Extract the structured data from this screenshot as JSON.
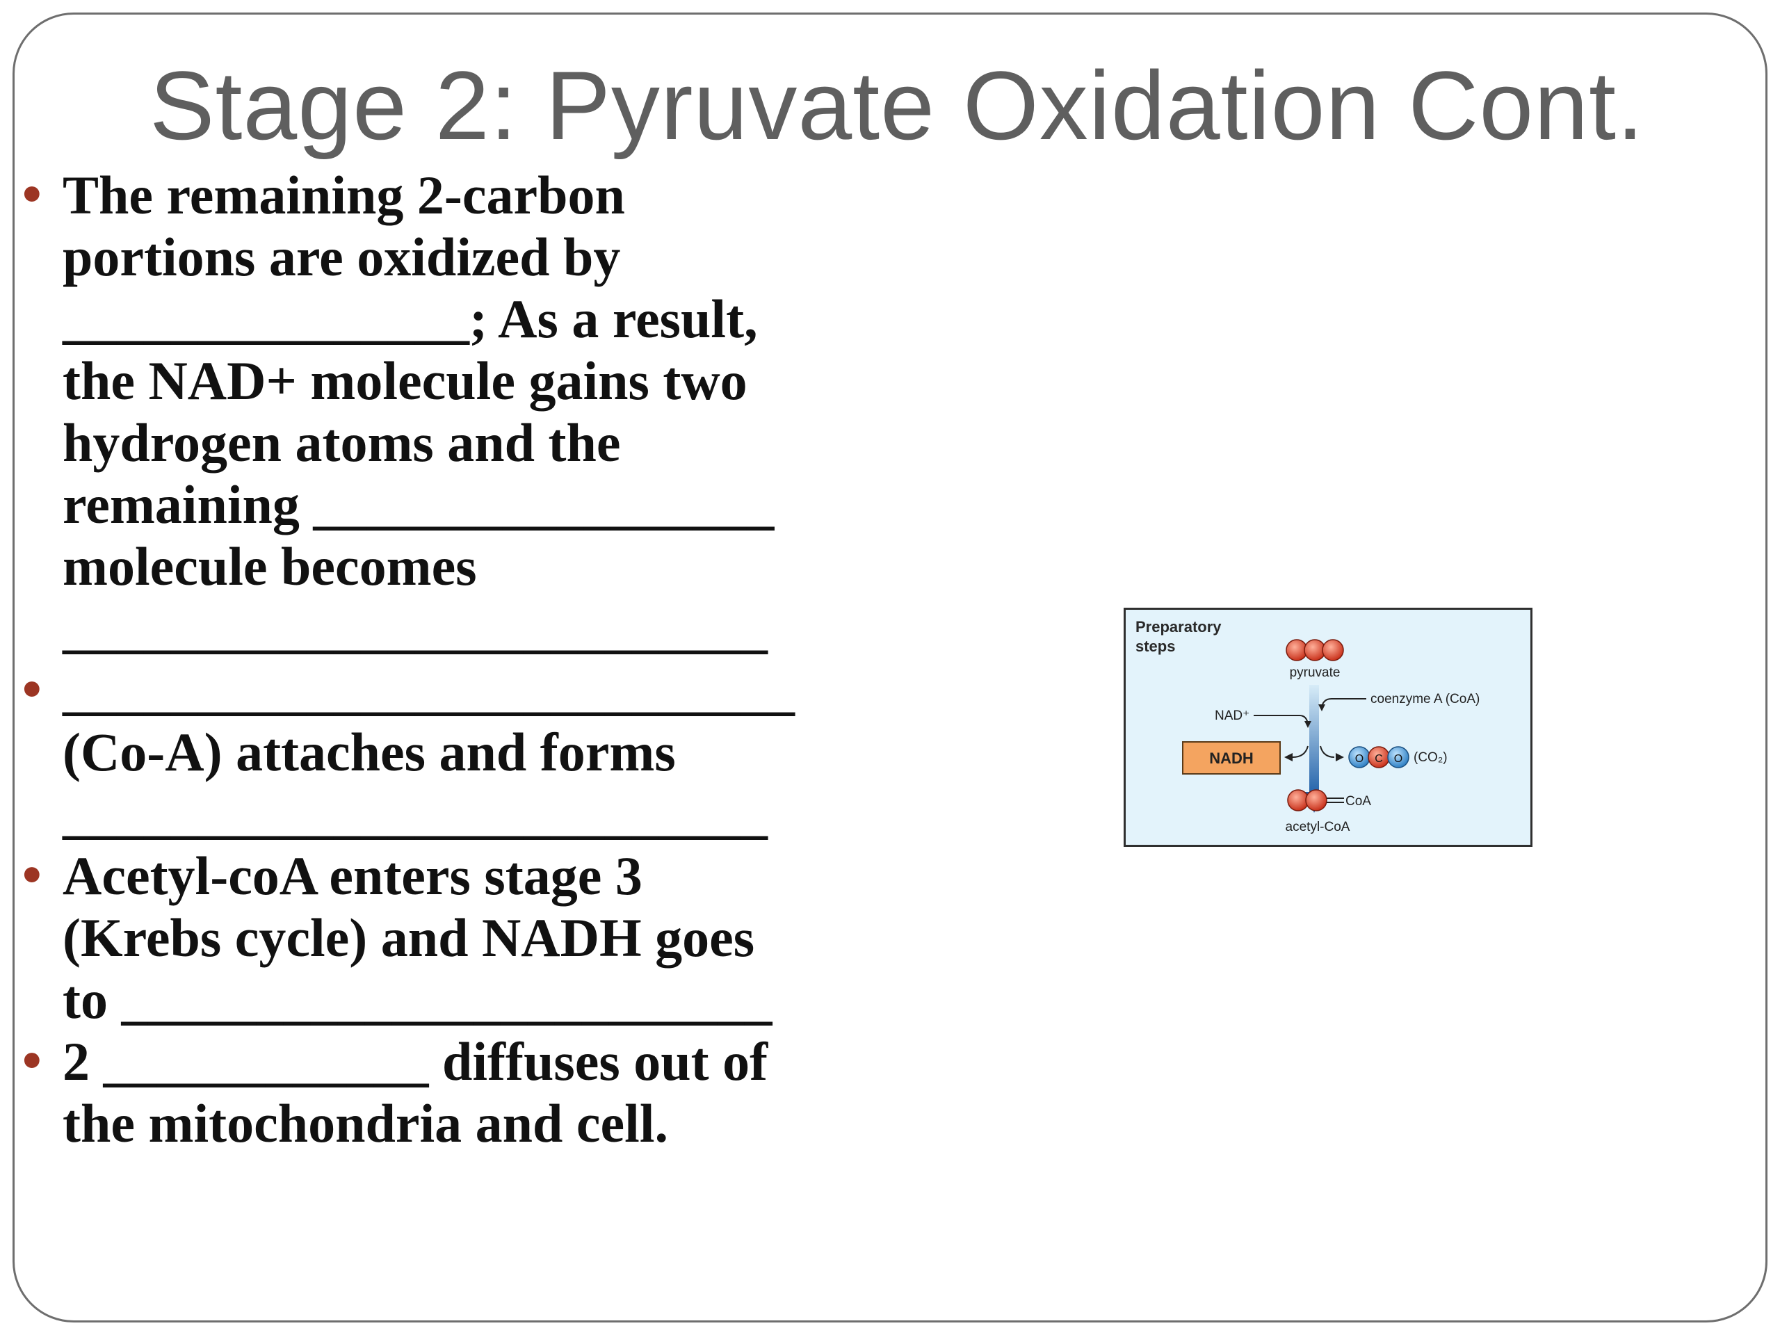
{
  "slide": {
    "title": "Stage 2:  Pyruvate Oxidation Cont.",
    "bullets": [
      {
        "lines": [
          "The remaining 2-carbon",
          "portions are oxidized by",
          "_______________; As a result,",
          "the NAD+ molecule gains two",
          "hydrogen atoms and the",
          "remaining _________________",
          "molecule becomes",
          "__________________________"
        ]
      },
      {
        "lines": [
          "___________________________",
          "(Co-A) attaches and forms",
          "__________________________"
        ]
      },
      {
        "lines": [
          "Acetyl-coA enters stage 3",
          "(Krebs cycle) and NADH goes",
          "to ________________________"
        ]
      },
      {
        "lines": [
          "2 ____________ diffuses out of",
          "the mitochondria and cell."
        ]
      }
    ]
  },
  "diagram": {
    "heading_line1": "Preparatory",
    "heading_line2": "steps",
    "pyruvate": "pyruvate",
    "nad": "NAD⁺",
    "coenzyme": "coenzyme A (CoA)",
    "nadh": "NADH",
    "co2": "(CO₂)",
    "coa_label": "CoA",
    "acetyl_coa": "acetyl-CoA",
    "co2_atoms": [
      "O",
      "C",
      "O"
    ],
    "colors": {
      "background": "#e3f3fb",
      "arrow": "#1f5fa8",
      "carbon_red": "#d9432b",
      "oxygen_blue": "#3a8fd0",
      "nadh_box": "#f4a460",
      "bullet": "#9c3523",
      "title": "#5f5f5f"
    }
  }
}
